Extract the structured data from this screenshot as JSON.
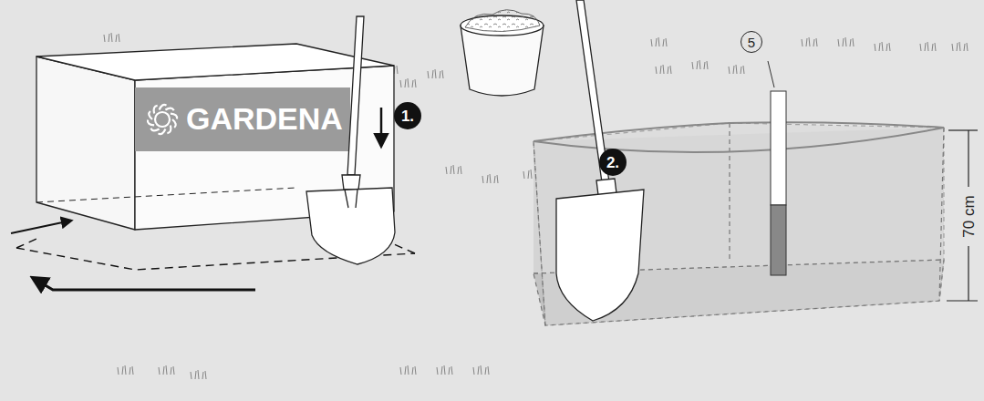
{
  "diagram": {
    "labels": [
      "GARDENA",
      "1.",
      "2.",
      "5",
      "70 cm"
    ]
  }
}
